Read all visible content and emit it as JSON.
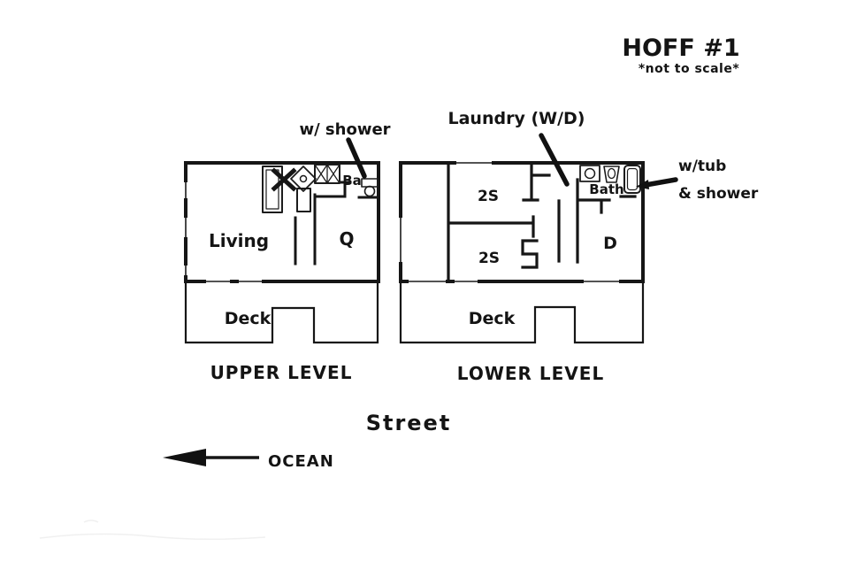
{
  "title": {
    "main": "HOFF #1",
    "note": "*not to scale*"
  },
  "upper_level": {
    "caption": "UPPER LEVEL",
    "living_label": "Living",
    "queen_label": "Q",
    "bath_label": "Ba",
    "deck_label": "Deck"
  },
  "lower_level": {
    "caption": "LOWER LEVEL",
    "bedroom1_label": "2S",
    "bedroom2_label": "2S",
    "bath_label": "Bath",
    "double_label": "D",
    "deck_label": "Deck"
  },
  "annotations": {
    "upper_shower": "w/ shower",
    "laundry": "Laundry (W/D)",
    "tub_line1": "w/tub",
    "tub_line2": "& shower",
    "street": "Street",
    "ocean": "OCEAN"
  },
  "colors": {
    "ink": "#141414",
    "paper": "#ffffff"
  }
}
